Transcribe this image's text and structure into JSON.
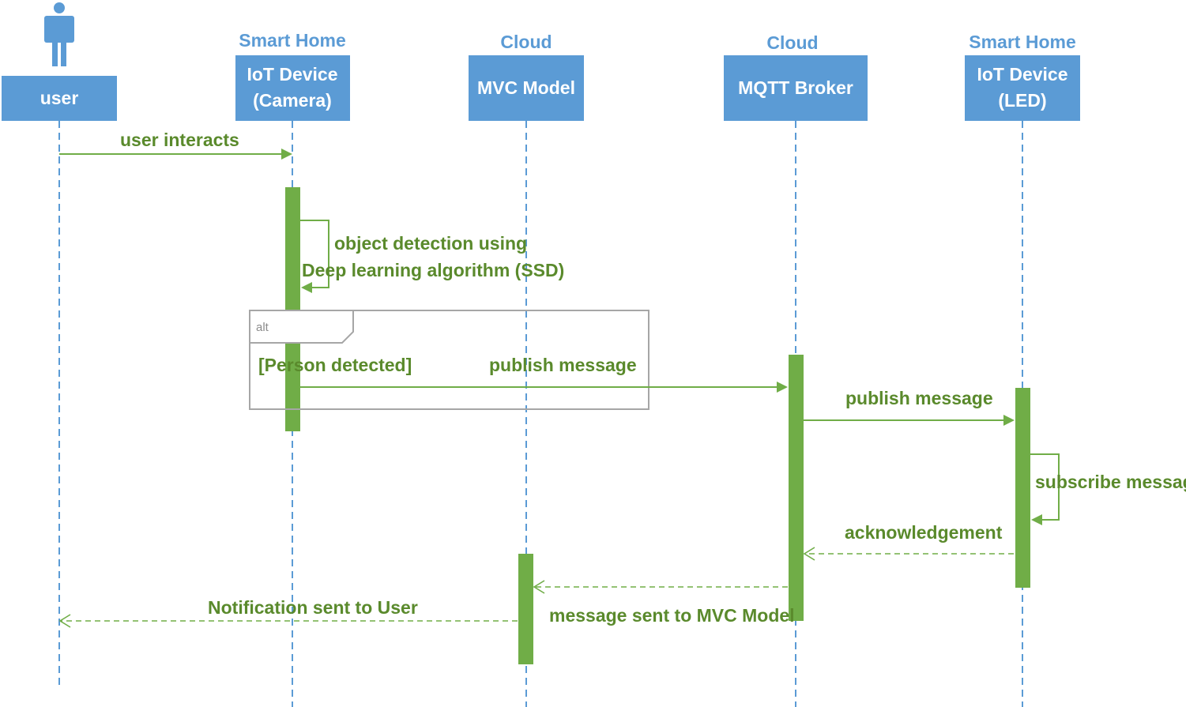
{
  "participants": {
    "user": {
      "label": "user"
    },
    "camera": {
      "group": "Smart Home",
      "line1": "IoT Device",
      "line2": "(Camera)"
    },
    "mvc": {
      "group": "Cloud",
      "label": "MVC Model"
    },
    "broker": {
      "group": "Cloud",
      "label": "MQTT Broker"
    },
    "led": {
      "group": "Smart Home",
      "line1": "IoT Device",
      "line2": "(LED)"
    }
  },
  "messages": {
    "user_interacts": "user interacts",
    "object_detection_1": "object detection using",
    "object_detection_2": "Deep learning algorithm (SSD)",
    "publish_to_broker": "publish message",
    "publish_to_led": "publish message",
    "subscribe": "subscribe message",
    "acknowledgement": "acknowledgement",
    "to_mvc": "message sent to MVC Model",
    "notification": "Notification sent to User"
  },
  "fragment": {
    "operator": "alt",
    "guard": "[Person detected]"
  },
  "colors": {
    "participant": "#5b9bd5",
    "message": "#70ad47",
    "label": "#5a8a2c",
    "frame": "#a6a6a6"
  },
  "icons": {
    "actor": "person-icon"
  }
}
